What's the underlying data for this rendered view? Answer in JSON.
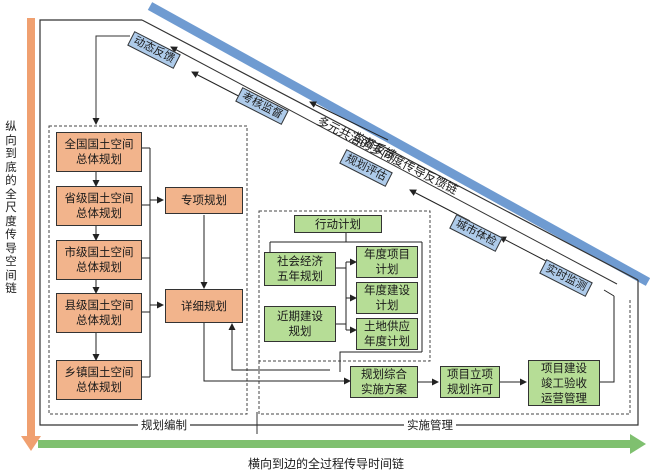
{
  "vertical_chain_label": "纵向到底的全尺度传导空间链",
  "horizontal_chain_label": "横向到边的全过程传导时间链",
  "diagonal_chain_label": "多元共治的多向度传导反馈链",
  "planning_levels": [
    "全国国土空间\n总体规划",
    "省级国土空间\n总体规划",
    "市级国土空间\n总体规划",
    "县级国土空间\n总体规划",
    "乡镇国土空间\n总体规划"
  ],
  "special_planning": "专项规划",
  "detailed_planning": "详细规划",
  "action_plan": {
    "title": "行动计划",
    "sources": [
      "社会经济\n五年规划",
      "近期建设\n规划"
    ],
    "plans": [
      "年度项目\n计划",
      "年度建设\n计划",
      "土地供应\n年度计划"
    ]
  },
  "implementation": [
    "规划综合\n实施方案",
    "项目立项\n规划许可",
    "项目建设\n竣工验收\n运营管理"
  ],
  "feedback_tags": [
    "动态反馈",
    "考核监督",
    "监督反馈",
    "规划评估",
    "城市体检",
    "实时监测"
  ],
  "section_labels": {
    "compile": "规划编制",
    "implement": "实施管理"
  },
  "colors": {
    "orange_box": "#f2b48c",
    "green_box": "#b6dd96",
    "tag": "#aecbea",
    "blue_band": "#6f9bd1",
    "green_arrow": "#7fc06f",
    "orange_arrow": "#f0a070"
  }
}
